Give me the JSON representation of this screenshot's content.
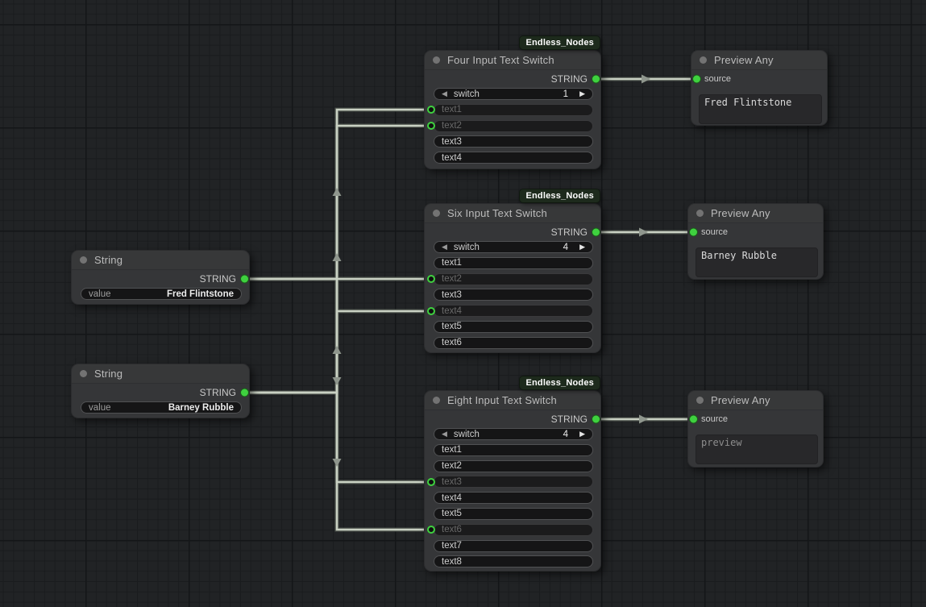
{
  "colors": {
    "accent_green": "#3fd13f",
    "wire": "#c9d1c3",
    "badge_bg": "#1d2a1c",
    "node_bg": "#353638",
    "canvas_bg": "#212325"
  },
  "icons": {
    "prev_arrow": "◀",
    "next_arrow": "▶"
  },
  "nodes": {
    "string1": {
      "title": "String",
      "output_label": "STRING",
      "widget": {
        "label": "value",
        "value": "Fred Flintstone"
      }
    },
    "string2": {
      "title": "String",
      "output_label": "STRING",
      "widget": {
        "label": "value",
        "value": "Barney Rubble"
      }
    },
    "four": {
      "badge": "Endless_Nodes",
      "title": "Four Input Text Switch",
      "output_label": "STRING",
      "switch": {
        "label": "switch",
        "value": "1"
      },
      "rows": [
        {
          "label": "text1",
          "connected": true
        },
        {
          "label": "text2",
          "connected": true
        },
        {
          "label": "text3",
          "connected": false
        },
        {
          "label": "text4",
          "connected": false
        }
      ]
    },
    "six": {
      "badge": "Endless_Nodes",
      "title": "Six Input Text Switch",
      "output_label": "STRING",
      "switch": {
        "label": "switch",
        "value": "4"
      },
      "rows": [
        {
          "label": "text1",
          "connected": false
        },
        {
          "label": "text2",
          "connected": true
        },
        {
          "label": "text3",
          "connected": false
        },
        {
          "label": "text4",
          "connected": true
        },
        {
          "label": "text5",
          "connected": false
        },
        {
          "label": "text6",
          "connected": false
        }
      ]
    },
    "eight": {
      "badge": "Endless_Nodes",
      "title": "Eight Input Text Switch",
      "output_label": "STRING",
      "switch": {
        "label": "switch",
        "value": "4"
      },
      "rows": [
        {
          "label": "text1",
          "connected": false
        },
        {
          "label": "text2",
          "connected": false
        },
        {
          "label": "text3",
          "connected": true
        },
        {
          "label": "text4",
          "connected": false
        },
        {
          "label": "text5",
          "connected": false
        },
        {
          "label": "text6",
          "connected": true
        },
        {
          "label": "text7",
          "connected": false
        },
        {
          "label": "text8",
          "connected": false
        }
      ]
    },
    "preview1": {
      "title": "Preview Any",
      "input_label": "source",
      "content": "Fred Flintstone"
    },
    "preview2": {
      "title": "Preview Any",
      "input_label": "source",
      "content": "Barney Rubble"
    },
    "preview3": {
      "title": "Preview Any",
      "input_label": "source",
      "content": "preview",
      "placeholder": true
    }
  }
}
